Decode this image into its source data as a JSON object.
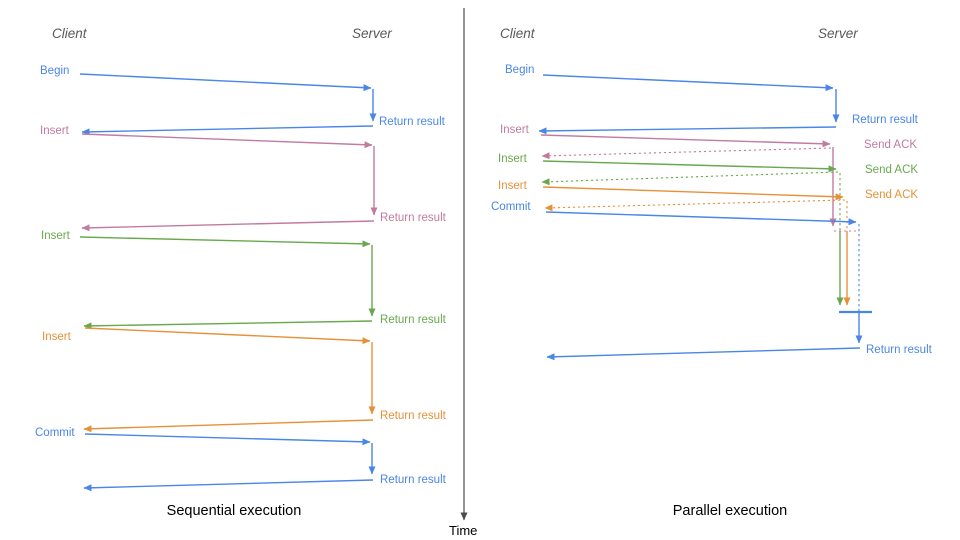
{
  "colors": {
    "blue": "#4a86e8",
    "pink": "#c27ba0",
    "green": "#6aa84f",
    "orange": "#e69138",
    "axis": "#4d4d4d",
    "header": "#595959",
    "title": "#000000"
  },
  "time_axis": {
    "label": "Time"
  },
  "sequential": {
    "title": "Sequential execution",
    "client_header": "Client",
    "server_header": "Server",
    "messages": {
      "begin": "Begin",
      "return1": "Return result",
      "insert1": "Insert",
      "return2": "Return result",
      "insert2": "Insert",
      "return3": "Return result",
      "insert3": "Insert",
      "return4": "Return result",
      "commit": "Commit",
      "return5": "Return result"
    }
  },
  "parallel": {
    "title": "Parallel execution",
    "client_header": "Client",
    "server_header": "Server",
    "messages": {
      "begin": "Begin",
      "return_begin": "Return result",
      "insert1": "Insert",
      "ack1": "Send ACK",
      "insert2": "Insert",
      "ack2": "Send ACK",
      "insert3": "Insert",
      "ack3": "Send ACK",
      "commit": "Commit",
      "return_final": "Return result"
    }
  }
}
